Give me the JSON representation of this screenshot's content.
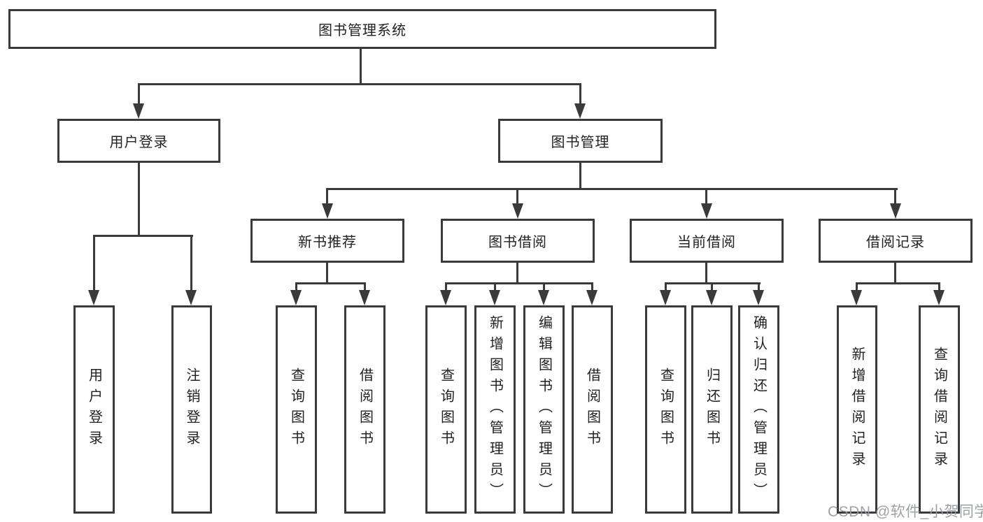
{
  "diagram": {
    "root_label": "图书管理系统",
    "user_login": {
      "label": "用户登录",
      "children": [
        "用户登录",
        "注销登录"
      ]
    },
    "book_management": {
      "label": "图书管理",
      "groups": [
        {
          "label": "新书推荐",
          "children": [
            "查询图书",
            "借阅图书"
          ]
        },
        {
          "label": "图书借阅",
          "children": [
            "查询图书",
            "新增图书（管理员）",
            "编辑图书（管理员）",
            "借阅图书"
          ]
        },
        {
          "label": "当前借阅",
          "children": [
            "查询图书",
            "归还图书",
            "确认归还（管理员）"
          ]
        },
        {
          "label": "借阅记录",
          "children": [
            "新增借阅记录",
            "查询借阅记录"
          ]
        }
      ]
    }
  },
  "watermark": "CSDN @软件_小贺同学",
  "colors": {
    "line": "#3a3a3a",
    "text": "#222222",
    "box_background": "#ffffff",
    "watermark": "#96999e",
    "background": "#ffffff"
  }
}
